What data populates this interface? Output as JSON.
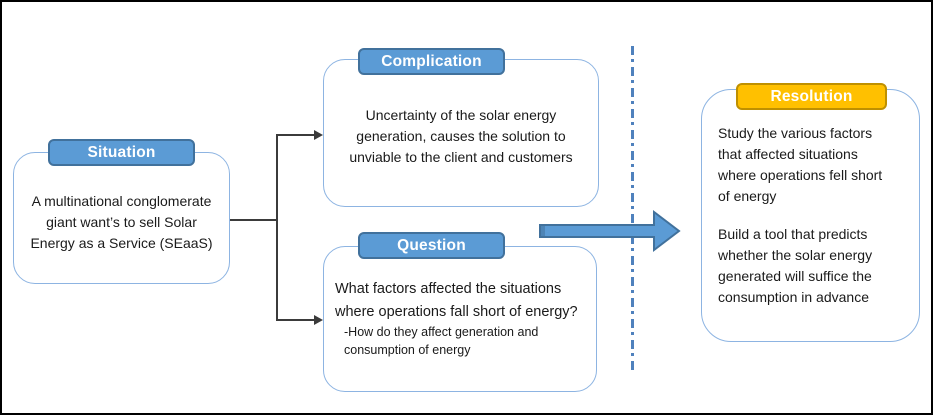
{
  "colors": {
    "header_blue_fill": "#5B9BD5",
    "header_blue_border": "#41719C",
    "resolution_header_fill": "#FFC000",
    "resolution_header_border": "#BF9000",
    "box_border": "#8DB4E2",
    "arrow_fill": "#5B9BD5",
    "arrow_border": "#41719C",
    "divider": "#4F81BD",
    "connector": "#3B3B3B"
  },
  "boxes": {
    "situation": {
      "label": "Situation",
      "body": "A multinational conglomerate\ngiant want’s to sell Solar\nEnergy as a Service (SEaaS)"
    },
    "complication": {
      "label": "Complication",
      "body": "Uncertainty of the solar energy\ngeneration, causes the solution to\nunviable to the client and customers"
    },
    "question": {
      "label": "Question",
      "body": "What factors affected the situations\nwhere operations fall short of energy?",
      "sub": "-How do they affect generation and\nconsumption of energy"
    },
    "resolution": {
      "label": "Resolution",
      "body1": "Study the various factors\nthat affected situations\nwhere operations fell short\nof energy",
      "body2": "Build a tool that predicts\nwhether the solar energy\ngenerated will suffice the\nconsumption in advance"
    }
  }
}
